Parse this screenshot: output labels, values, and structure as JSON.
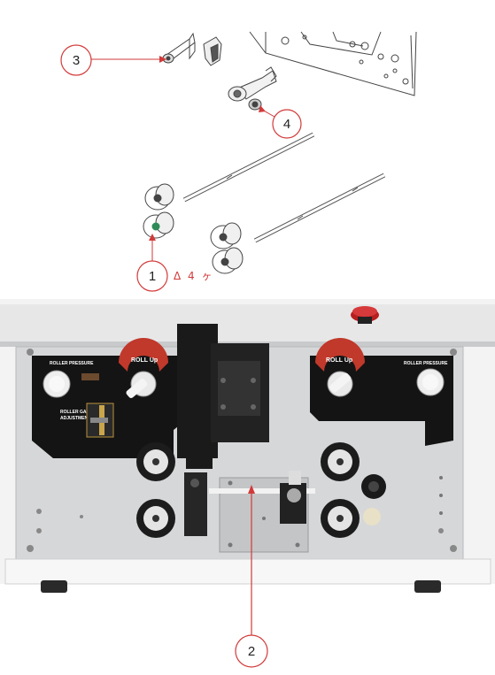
{
  "callouts": {
    "c1": "1",
    "c2": "2",
    "c3": "3",
    "c4": "4"
  },
  "quantity_note": "Δ 4 ヶ",
  "machine_labels": {
    "roller_pressure_left": "ROLLER PRESSURE",
    "roller_pressure_right": "ROLLER PRESSURE",
    "roll_up_left": "ROLL Up",
    "roll_up_right": "ROLL Up",
    "roller_gap_line1": "ROLLER GAP",
    "roller_gap_line2": "ADJUSTMENT"
  },
  "colors": {
    "callout_red": "#d23a3a",
    "panel_black": "#141414",
    "chassis": "#d9dadc",
    "roller_red": "#c0392b"
  }
}
